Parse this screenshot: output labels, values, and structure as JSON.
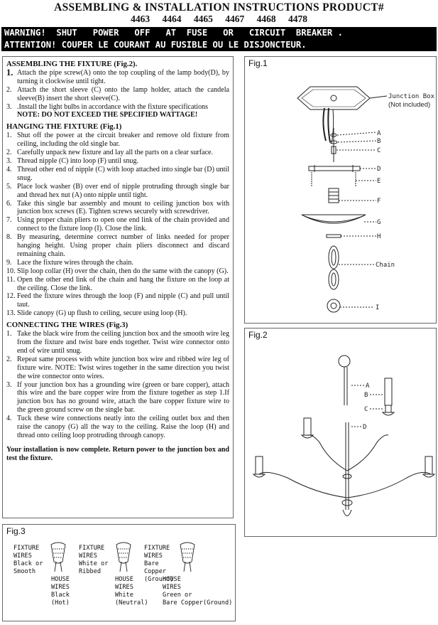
{
  "header": {
    "title": "ASSEMBLING & INSTALLATION INSTRUCTIONS PRODUCT#",
    "products": "4463   4464   4465   4467   4468   4478"
  },
  "warnings": {
    "english": "WARNING!  SHUT   POWER   OFF   AT  FUSE   OR   CIRCUIT  BREAKER .",
    "french": "ATTENTION! COUPER LE COURANT AU FUSIBLE OU LE DISJONCTEUR."
  },
  "assembling": {
    "heading": "ASSEMBLING THE FIXTURE (Fig.2).",
    "steps": [
      {
        "num": "1.",
        "text": "Attach the pipe screw(A) onto the top coupling of the lamp body(D), by turning it clockwise until tight."
      },
      {
        "num": "2.",
        "text": "Attach the short sleeve (C) onto the lamp holder, attach the candela sleeve(B) insert the short sleeve(C)."
      },
      {
        "num": "3.",
        "text": ".Install the light bulbs in accordance with the fixture specifications"
      }
    ],
    "note": "NOTE: DO NOT EXCEED THE SPECIFIED WATTAGE!"
  },
  "hanging": {
    "heading": "HANGING THE FIXTURE (Fig.1)",
    "steps": [
      {
        "num": "1.",
        "text": "Shut off the power at the circuit breaker and remove old fixture from ceiling, including the old single bar."
      },
      {
        "num": "2.",
        "text": "Carefully unpack new fixture and lay all the parts on a clear surface."
      },
      {
        "num": "3.",
        "text": "Thread nipple (C) into loop (F) until snug."
      },
      {
        "num": "4.",
        "text": "Thread other end of nipple (C) with loop attached into single bar (D) until snug."
      },
      {
        "num": "5.",
        "text": "Place lock washer (B) over end of nipple protruding through single bar and thread hex nut (A) onto nipple until tight."
      },
      {
        "num": "6.",
        "text": "Take this single bar assembly and mount to ceiling junction box with junction box screws (E). Tighten screws securely with screwdriver."
      },
      {
        "num": "7.",
        "text": "Using proper chain pliers to open one end link of the chain provided and connect to the fixture loop (I). Close the link."
      },
      {
        "num": "8.",
        "text": "By measuring, determine correct number of links needed for proper hanging height. Using proper chain pliers disconnect and discard remaining chain."
      },
      {
        "num": "9.",
        "text": "Lace the fixture wires through the chain."
      },
      {
        "num": "10.",
        "text": "Slip loop collar (H) over the chain, then do the same with the canopy (G)."
      },
      {
        "num": "11.",
        "text": "Open the other end link of the chain and hang the fixture on the loop at the ceiling. Close the link."
      },
      {
        "num": "12.",
        "text": "Feed the fixture wires through the loop (F) and nipple (C) and pull until taut."
      },
      {
        "num": "13.",
        "text": "Slide canopy (G) up flush to ceiling, secure using loop (H)."
      }
    ]
  },
  "connecting": {
    "heading": "CONNECTING THE WIRES (Fig.3)",
    "steps": [
      {
        "num": "1.",
        "text": "Take the black wire from the ceiling junction box and the smooth wire leg from the fixture and twist bare ends together. Twist wire connector onto end of wire until snug."
      },
      {
        "num": "2.",
        "text": "Repeat same process with white junction box wire and ribbed wire leg of fixture wire. NOTE: Twist wires together in the same direction you twist the wire connector onto wires."
      },
      {
        "num": "3.",
        "text": "If your junction box has a grounding wire (green or bare copper), attach this wire and the bare copper wire from the fixture together as step 1.If junction box has no ground wire, attach the bare copper fixture wire to the green ground screw on the single bar."
      },
      {
        "num": "4.",
        "text": "Tuck these wire connections neatly into the ceiling outlet box and then raise the canopy (G) all the way to the ceiling. Raise the loop (H) and thread onto ceiling loop protruding through canopy."
      }
    ],
    "complete": "Your installation is now complete. Return power to the junction box and test the fixture."
  },
  "fig1": {
    "label": "Fig.1",
    "junction_box": "Junction Box",
    "not_included": "(Not included)",
    "parts": [
      "A",
      "B",
      "C",
      "D",
      "E",
      "F",
      "G",
      "H",
      "Chain",
      "I"
    ]
  },
  "fig2": {
    "label": "Fig.2",
    "parts": [
      "A",
      "B",
      "C",
      "D"
    ]
  },
  "fig3": {
    "label": "Fig.3",
    "groups": [
      {
        "fixture": "FIXTURE\nWIRES\nBlack or\nSmooth",
        "house": "HOUSE\nWIRES\nBlack\n(Hot)"
      },
      {
        "fixture": "FIXTURE\nWIRES\nWhite or\nRibbed",
        "house": "HOUSE\nWIRES\nWhite\n(Neutral)"
      },
      {
        "fixture": "FIXTURE\nWIRES\nBare\nCopper\n(Ground)",
        "house": "HOUSE\nWIRES\nGreen or\nBare Copper(Ground)"
      }
    ]
  }
}
